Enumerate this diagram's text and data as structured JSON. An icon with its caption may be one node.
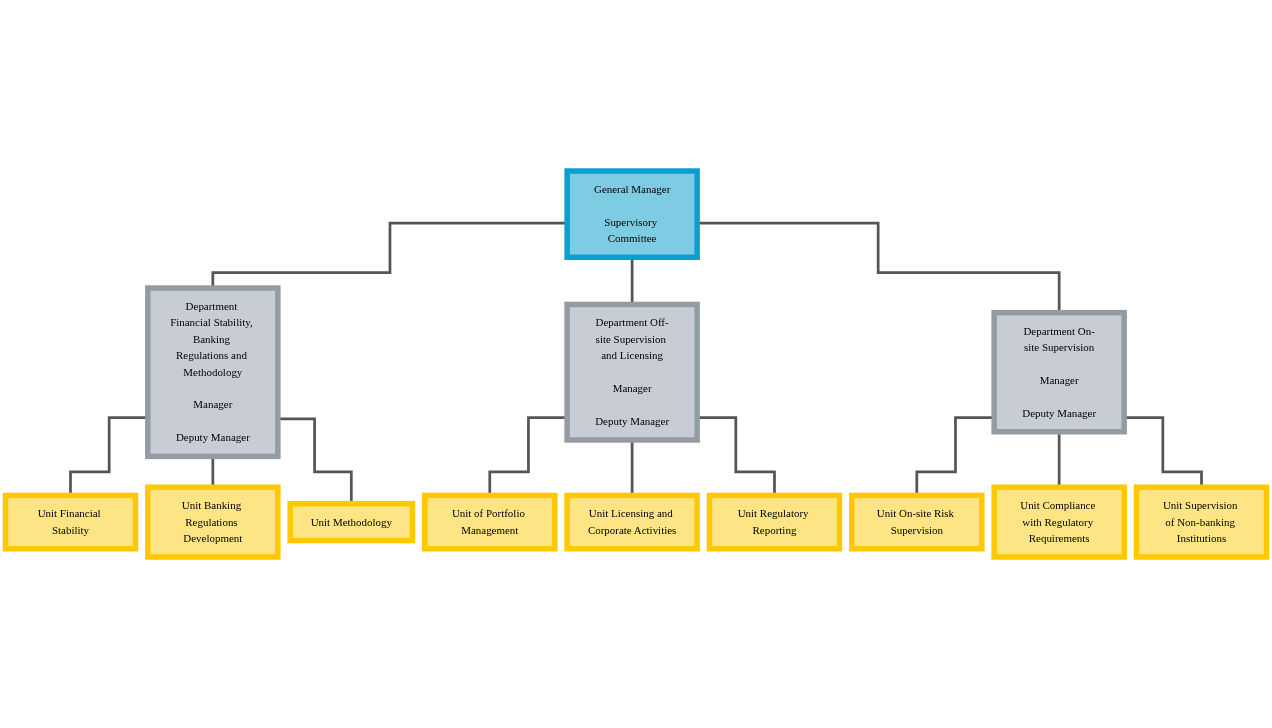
{
  "diagram": {
    "nodes": [
      {
        "text": [
          "General Manager",
          "Supervisory Committee"
        ]
      },
      {
        "text": [
          "Department Financial Stability, Banking Regulations and Methodology",
          "Manager",
          "Deputy Manager"
        ]
      },
      {
        "text": [
          "Department Off-site Supervision and Licensing",
          "Manager",
          "Deputy Manager"
        ]
      },
      {
        "text": [
          "Department On-site Supervision",
          "Manager",
          "Deputy Manager"
        ]
      },
      {
        "text": [
          "Unit Financial Stability"
        ]
      },
      {
        "text": [
          "Unit Banking Regulations Development"
        ]
      },
      {
        "text": [
          "Unit Methodology"
        ]
      },
      {
        "text": [
          "Unit of Portfolio Management"
        ]
      },
      {
        "text": [
          "Unit Licensing and Corporate Activities"
        ]
      },
      {
        "text": [
          "Unit Regulatory Reporting"
        ]
      },
      {
        "text": [
          "Unit On-site Risk Supervision"
        ]
      },
      {
        "text": [
          "Unit Compliance with Regulatory Requirements"
        ]
      },
      {
        "text": [
          "Unit Supervision of Non-banking Institutions"
        ]
      }
    ],
    "edges": [
      {
        "from": 0,
        "to": 1,
        "arrow": "none"
      },
      {
        "from": 0,
        "to": 2,
        "arrow": "none"
      },
      {
        "from": 0,
        "to": 3,
        "arrow": "none"
      },
      {
        "from": 1,
        "to": 4,
        "arrow": "none"
      },
      {
        "from": 1,
        "to": 5,
        "arrow": "none"
      },
      {
        "from": 1,
        "to": 6,
        "arrow": "none"
      },
      {
        "from": 2,
        "to": 7,
        "arrow": "none"
      },
      {
        "from": 2,
        "to": 8,
        "arrow": "none"
      },
      {
        "from": 2,
        "to": 9,
        "arrow": "none"
      },
      {
        "from": 3,
        "to": 10,
        "arrow": "none"
      },
      {
        "from": 3,
        "to": 11,
        "arrow": "none"
      },
      {
        "from": 3,
        "to": 12,
        "arrow": "none"
      }
    ]
  }
}
